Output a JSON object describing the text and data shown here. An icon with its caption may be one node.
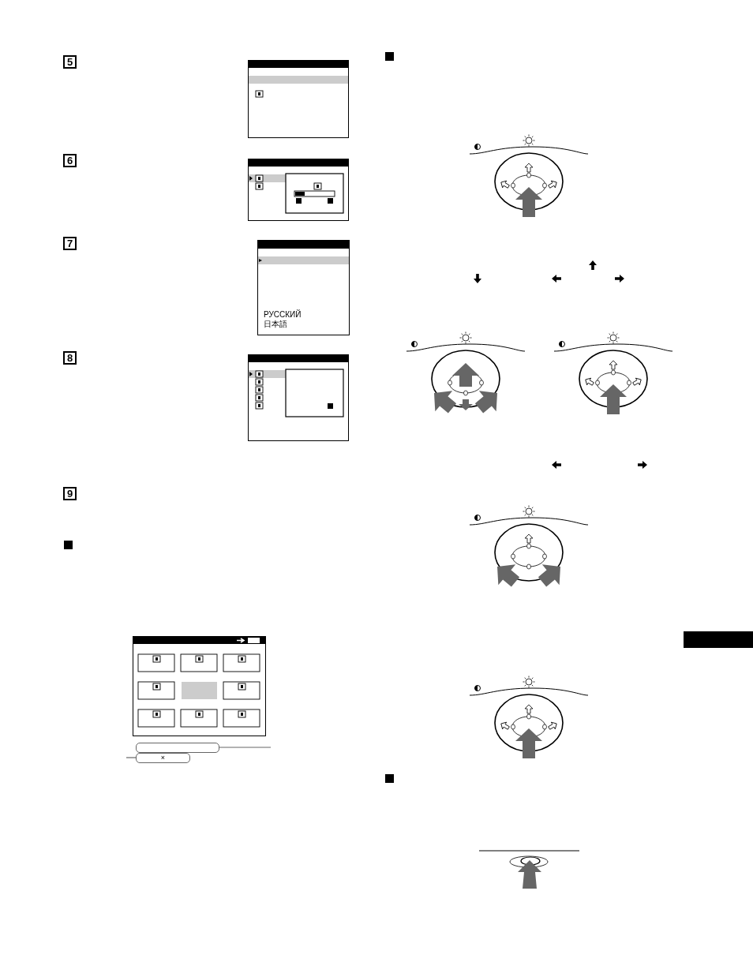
{
  "diagram": {
    "nodes": [
      {
        "text": [
          "5"
        ]
      },
      {
        "text": [
          "6"
        ]
      },
      {
        "text": [
          "7"
        ]
      },
      {
        "text": [
          "8"
        ]
      },
      {
        "text": [
          "9"
        ]
      },
      {
        "text": [
          "РУССКИЙ",
          "日本語"
        ]
      },
      {
        "text": [],
        "shape": "box"
      },
      {
        "text": [
          "×"
        ]
      }
    ],
    "edges": [
      {
        "from": 6,
        "to": null,
        "arrow": "none"
      },
      {
        "from": 7,
        "to": null,
        "arrow": "none"
      }
    ]
  }
}
